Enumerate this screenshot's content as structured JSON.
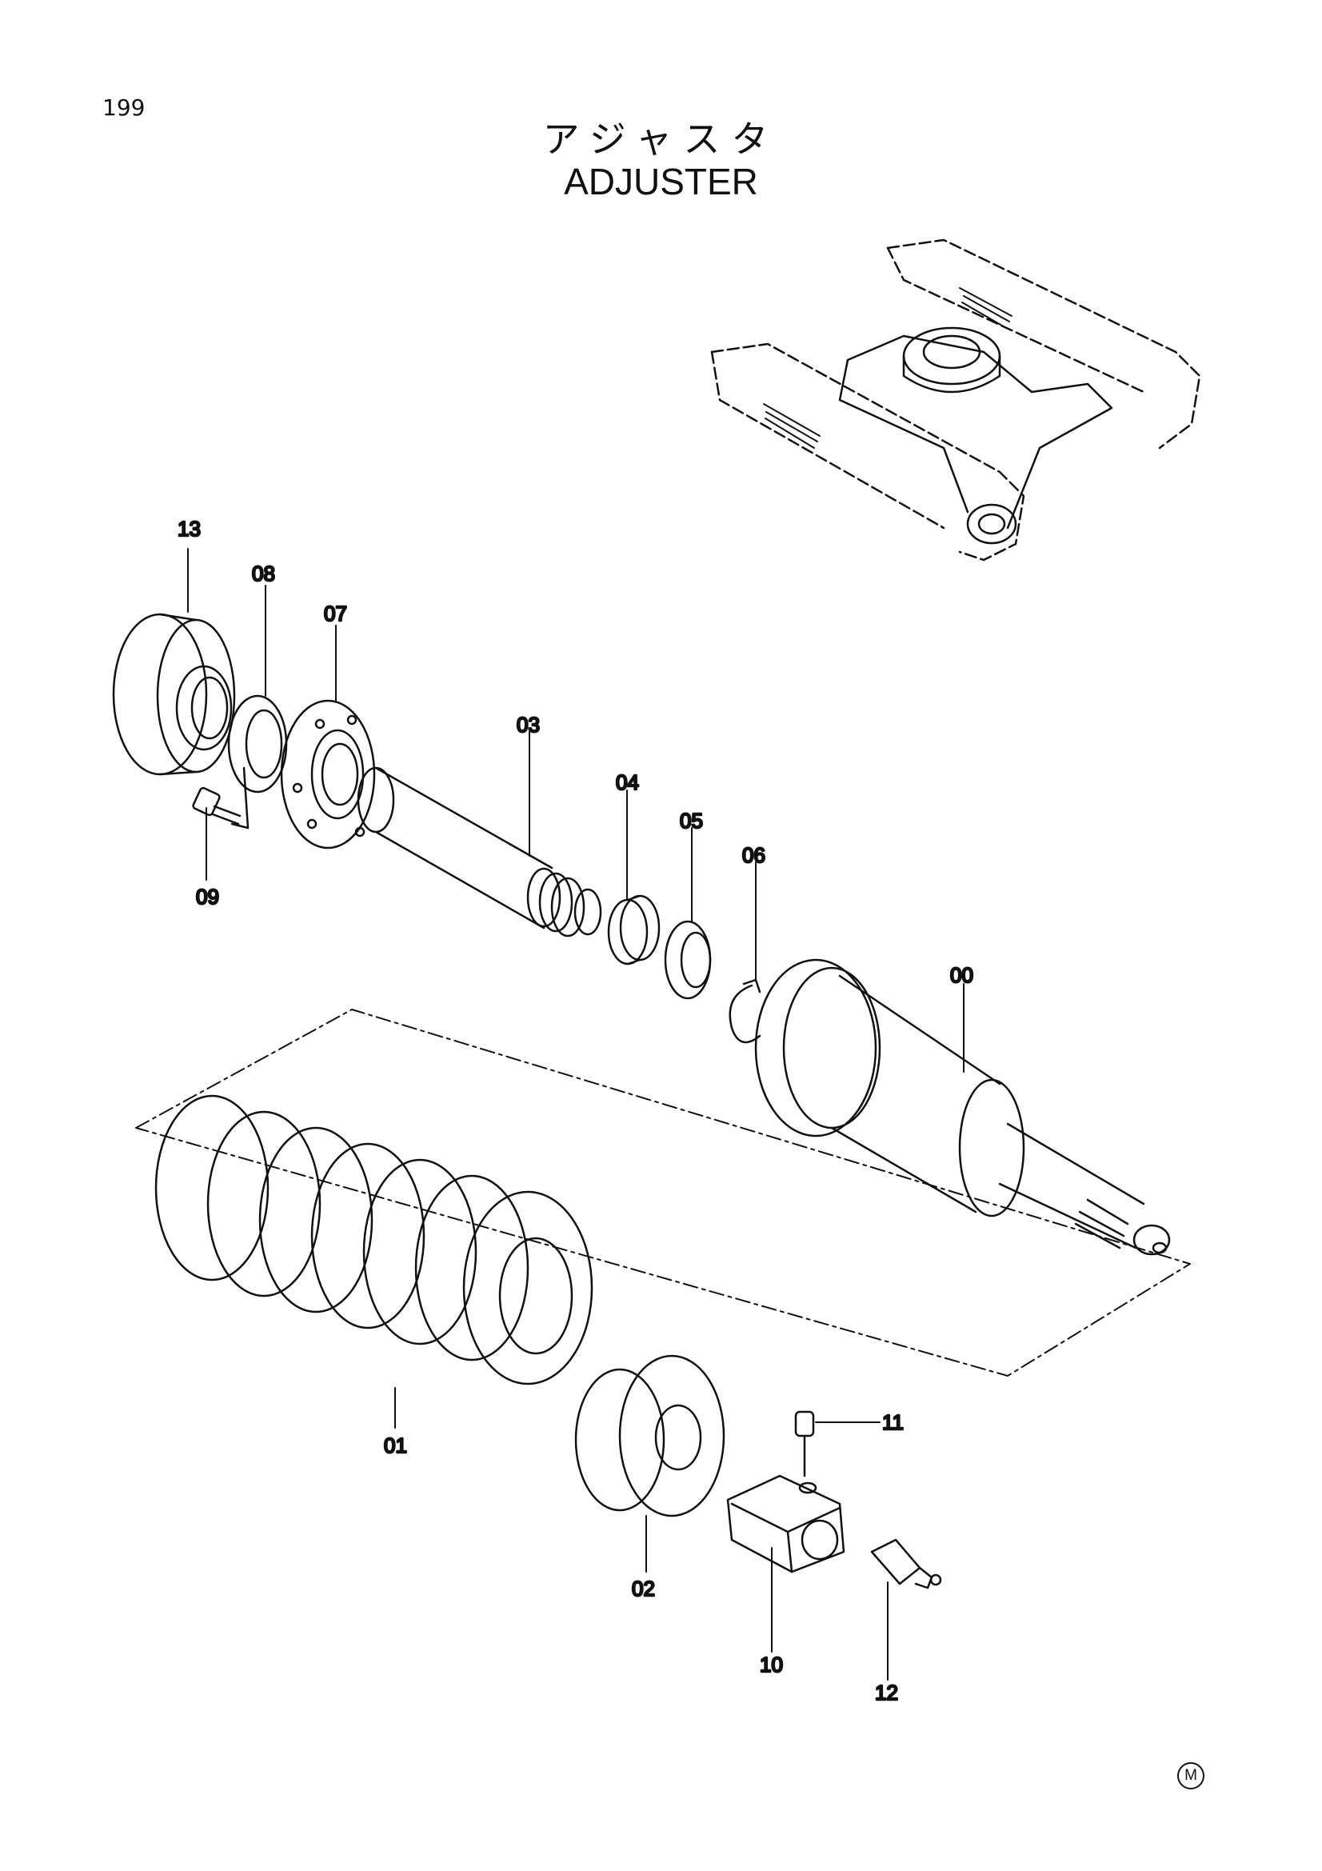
{
  "page": {
    "number": "199"
  },
  "title": {
    "japanese": "アジャスタ",
    "english": "ADJUSTER"
  },
  "parts": [
    {
      "no": "00"
    },
    {
      "no": "01"
    },
    {
      "no": "02"
    },
    {
      "no": "03"
    },
    {
      "no": "04"
    },
    {
      "no": "05"
    },
    {
      "no": "06"
    },
    {
      "no": "07"
    },
    {
      "no": "08"
    },
    {
      "no": "09"
    },
    {
      "no": "10"
    },
    {
      "no": "11"
    },
    {
      "no": "12"
    },
    {
      "no": "13"
    }
  ],
  "footer": {
    "mark": "M"
  }
}
